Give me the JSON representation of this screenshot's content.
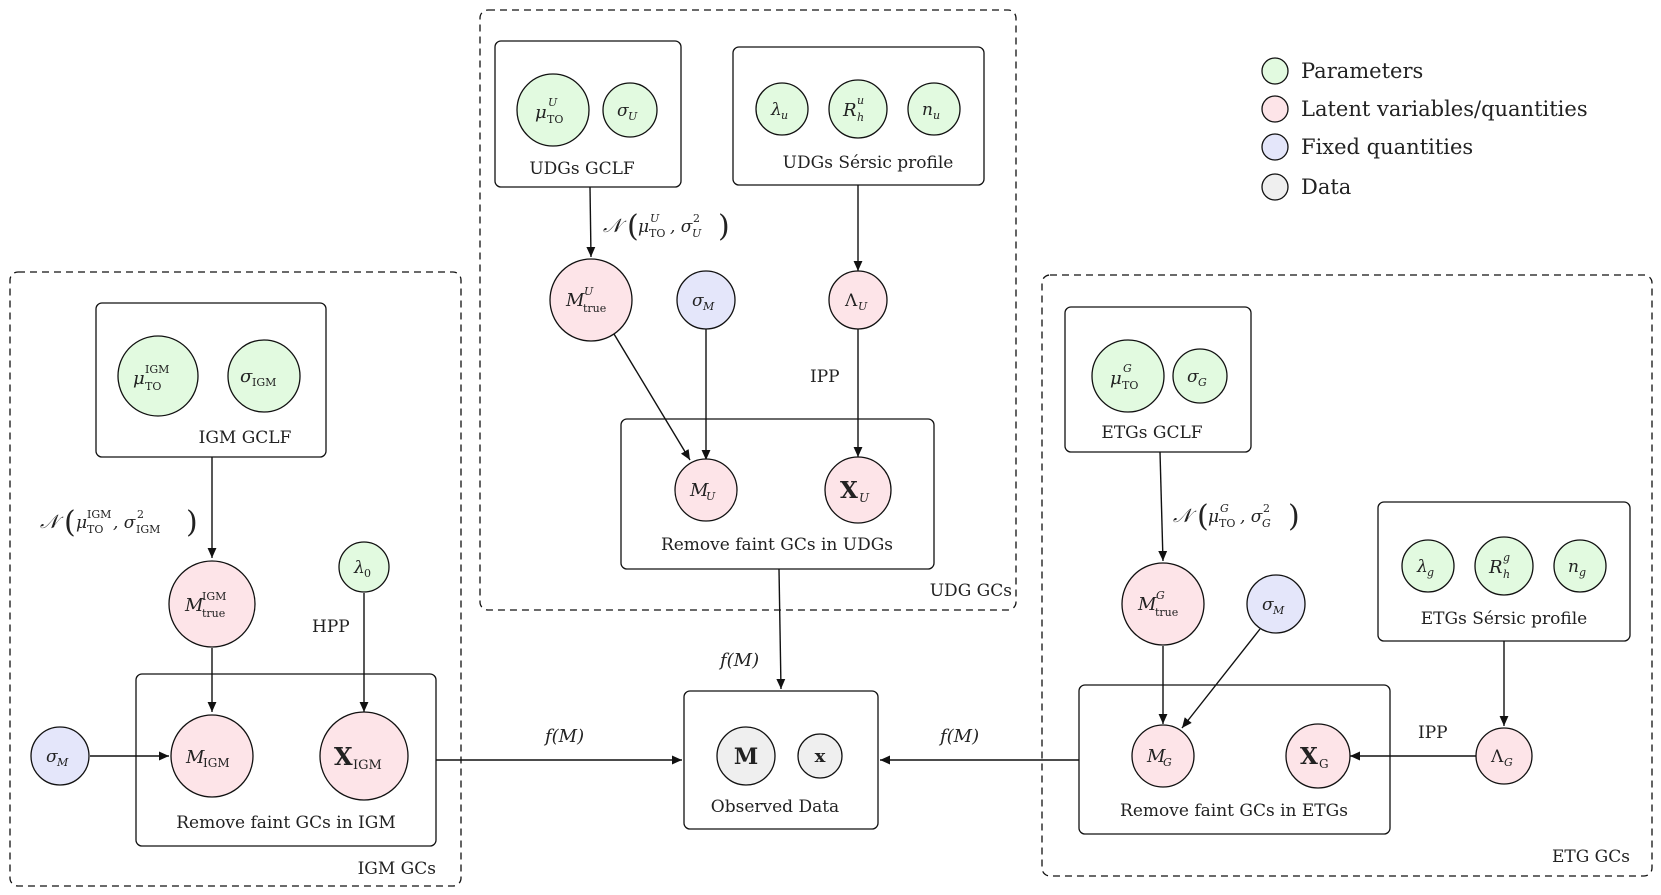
{
  "colors": {
    "parameter": "#e2fae0",
    "latent": "#fde4e8",
    "fixed": "#e4e6fa",
    "data": "#efefef"
  },
  "legend": {
    "parameters": "Parameters",
    "latent": "Latent variables/quantities",
    "fixed": "Fixed quantities",
    "data": "Data"
  },
  "groups": {
    "igm": "IGM GCs",
    "udg": "UDG GCs",
    "etg": "ETG GCs"
  },
  "plates": {
    "igm_gclf": "IGM GCLF",
    "igm_remove": "Remove faint GCs in IGM",
    "udg_gclf": "UDGs GCLF",
    "udg_sersic": "UDGs Sérsic profile",
    "udg_remove": "Remove faint GCs in UDGs",
    "etg_gclf": "ETGs GCLF",
    "etg_sersic": "ETGs Sérsic profile",
    "etg_remove": "Remove faint GCs in ETGs",
    "observed": "Observed Data"
  },
  "edge_labels": {
    "hpp": "HPP",
    "ipp_udg": "IPP",
    "ipp_etg": "IPP",
    "fm_igm": "f(M)",
    "fm_udg": "f(M)",
    "fm_etg": "f(M)"
  }
}
